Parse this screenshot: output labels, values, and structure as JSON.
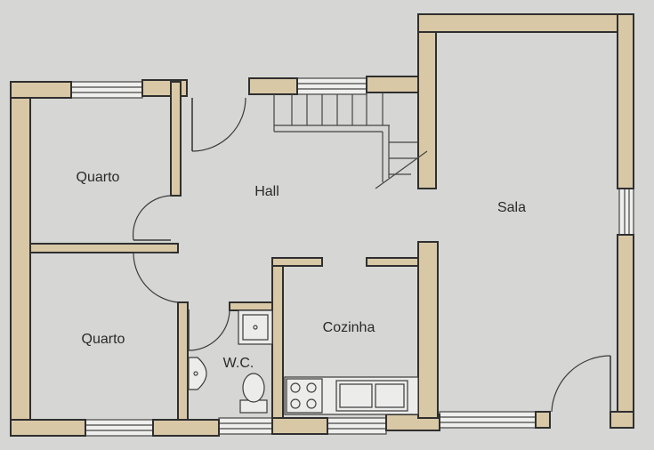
{
  "rooms": {
    "quarto_top": "Quarto",
    "quarto_bottom": "Quarto",
    "hall": "Hall",
    "sala": "Sala",
    "cozinha": "Cozinha",
    "wc": "W.C."
  }
}
